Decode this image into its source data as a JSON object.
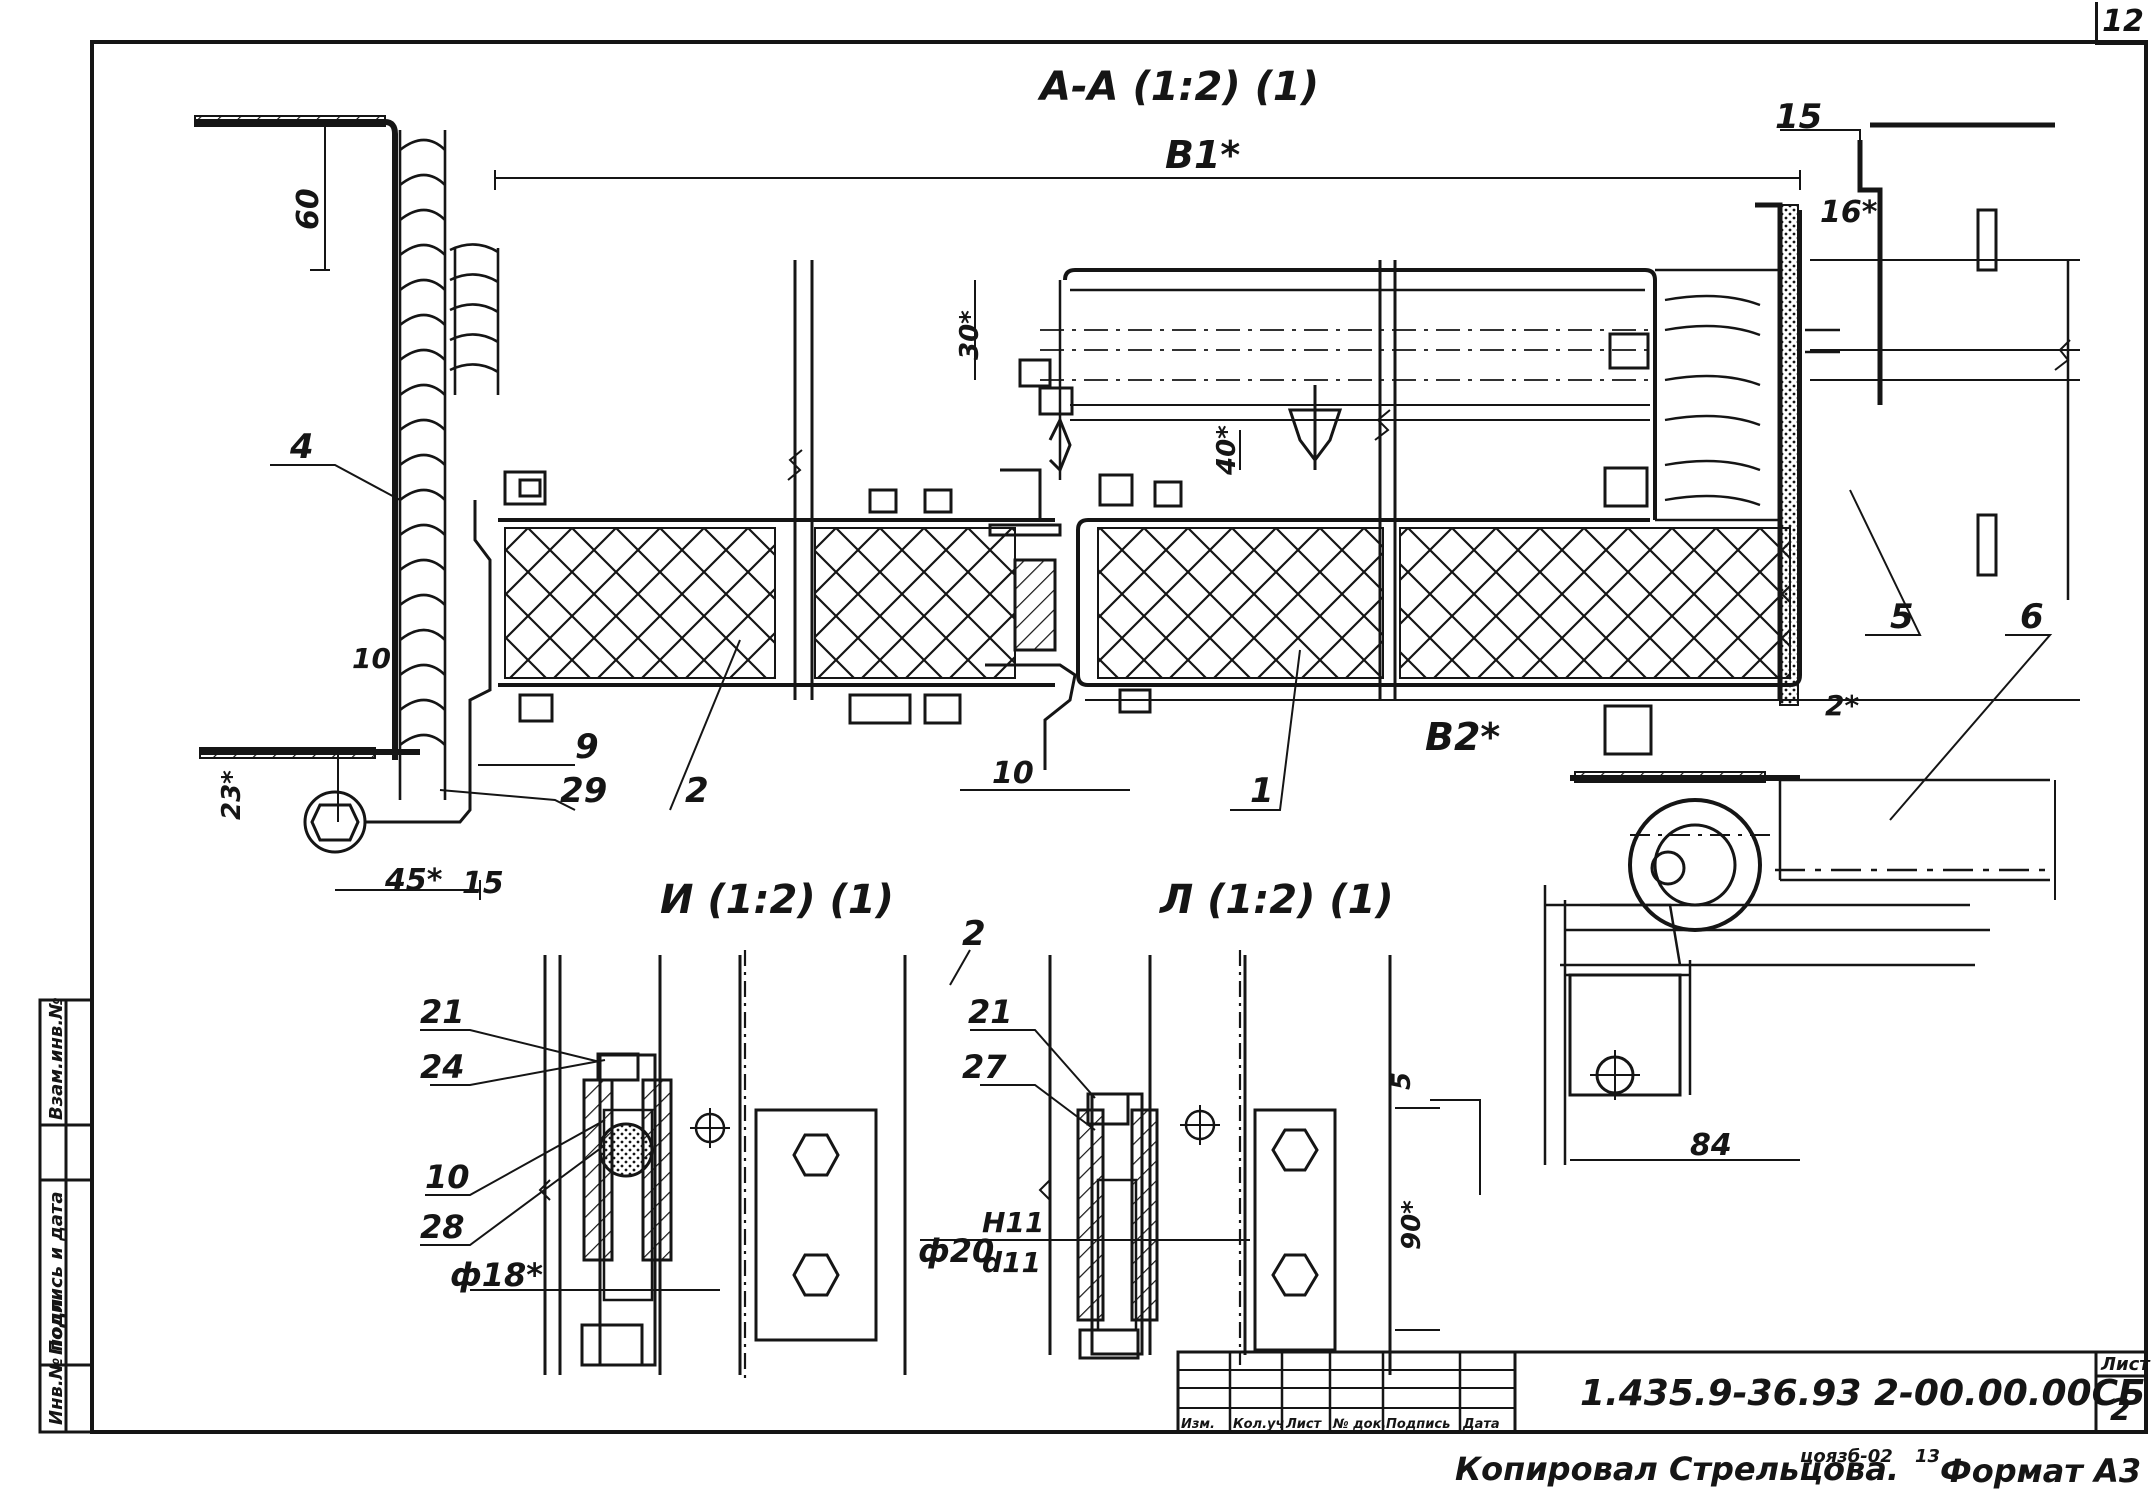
{
  "sheet_number_corner": "12",
  "section_views": {
    "a_a": "A-A (1:2) (1)",
    "i": "И (1:2) (1)",
    "l": "Л (1:2) (1)"
  },
  "dimensions": {
    "b1": "B1*",
    "b2": "B2*",
    "d60": "60",
    "d10_left": "10",
    "d23": "23*",
    "d45": "45*",
    "d15_bottom": "15",
    "d16": "16*",
    "d30": "30*",
    "d40": "40*",
    "d10_mid": "10",
    "d2": "2*",
    "d84": "84",
    "d5": "5",
    "d90": "90*",
    "phi18": "ф18*",
    "phi20": "ф20",
    "fit_top": "H11",
    "fit_bottom": "d11"
  },
  "callouts": {
    "c15": "15",
    "c4": "4",
    "c9": "9",
    "c29": "29",
    "c2": "2",
    "c1": "1",
    "c5": "5",
    "c6": "6",
    "c2_view": "2",
    "c21_i": "21",
    "c24": "24",
    "c10": "10",
    "c28": "28",
    "c21_l": "21",
    "c27": "27"
  },
  "title_block": {
    "designation": "1.435.9-36.93 2-00.00.00СБ",
    "sheet_label": "Лист",
    "sheet_value": "2",
    "columns": [
      "Изм.",
      "Кол.уч",
      "Лист",
      "№ док.",
      "Подпись",
      "Дата"
    ]
  },
  "side_stamp": [
    "Инв.№ подл.",
    "Подпись и дата",
    "Взам.инв.№"
  ],
  "footer": {
    "copied_by": "Копировал Стрельцова.",
    "order": "цоязб-02",
    "order_no": "13",
    "format": "Формат А3"
  }
}
